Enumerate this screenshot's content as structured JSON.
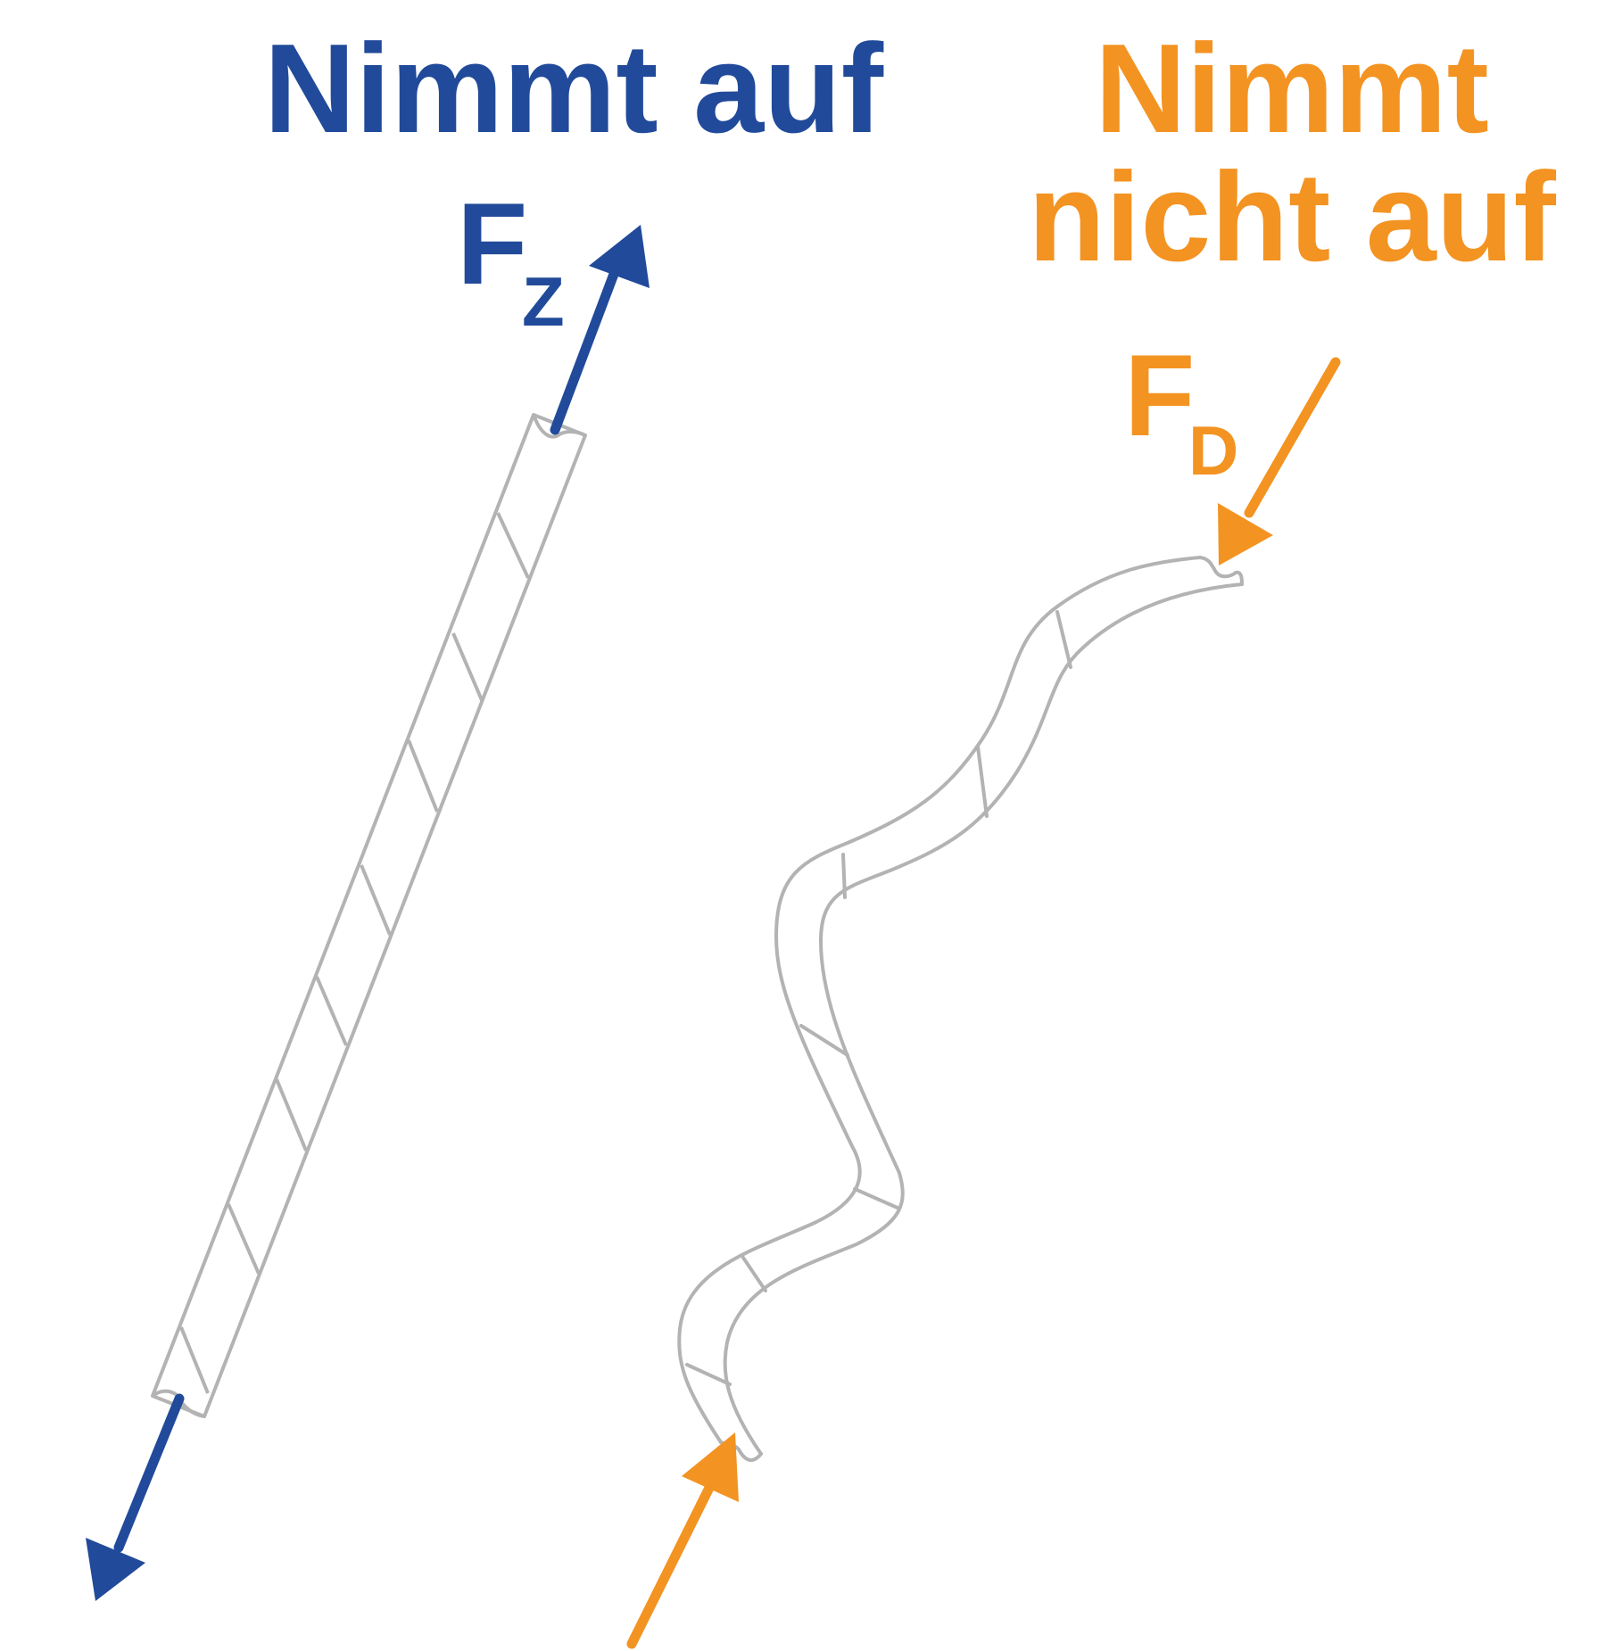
{
  "left": {
    "title": "Nimmt auf",
    "force_symbol": "F",
    "force_subscript": "Z",
    "color": "#214A9A"
  },
  "right": {
    "title_line1": "Nimmt",
    "title_line2": "nicht auf",
    "force_symbol": "F",
    "force_subscript": "D",
    "color": "#F39322"
  },
  "rope_color": "#B3B3B3"
}
